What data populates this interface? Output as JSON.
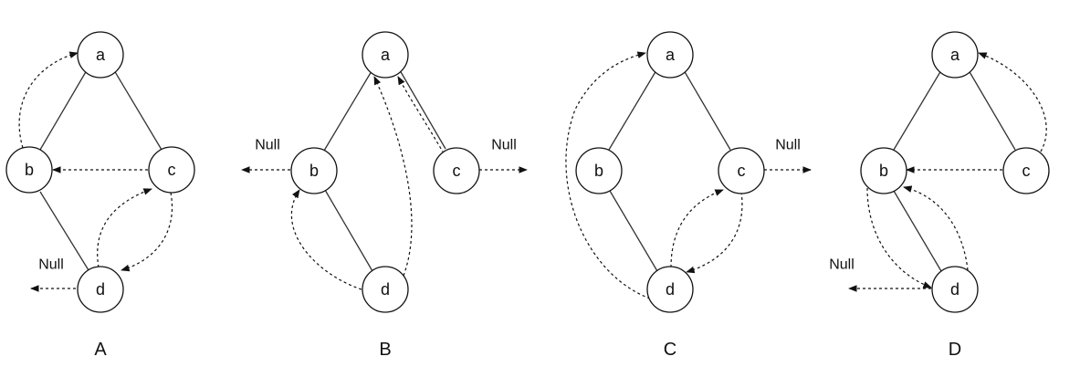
{
  "diagrams": [
    {
      "caption": "A",
      "nodes": {
        "a": "a",
        "b": "b",
        "c": "c",
        "d": "d"
      },
      "null_labels": [
        "Null"
      ]
    },
    {
      "caption": "B",
      "nodes": {
        "a": "a",
        "b": "b",
        "c": "c",
        "d": "d"
      },
      "null_labels": [
        "Null",
        "Null"
      ]
    },
    {
      "caption": "C",
      "nodes": {
        "a": "a",
        "b": "b",
        "c": "c",
        "d": "d"
      },
      "null_labels": [
        "Null"
      ]
    },
    {
      "caption": "D",
      "nodes": {
        "a": "a",
        "b": "b",
        "c": "c",
        "d": "d"
      },
      "null_labels": [
        "Null"
      ]
    }
  ]
}
